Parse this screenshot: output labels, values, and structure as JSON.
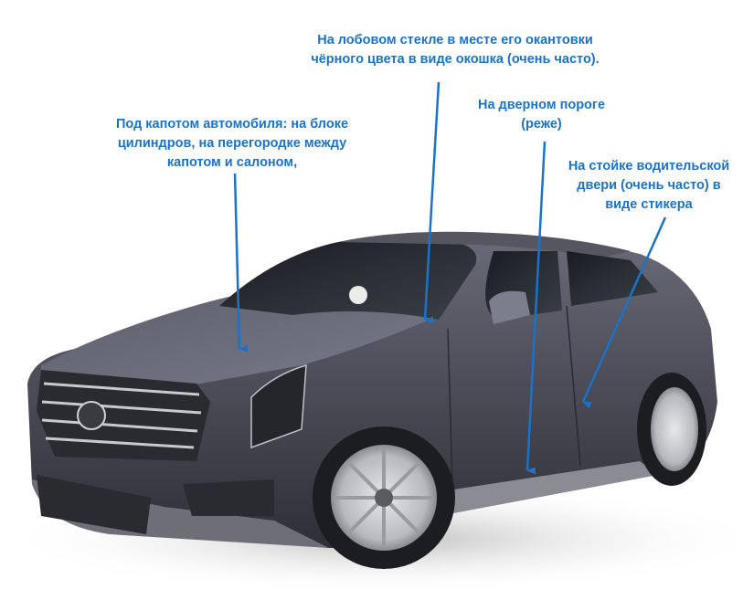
{
  "diagram": {
    "subject": "car",
    "accent_color": "#1a73c9",
    "annotations": [
      {
        "id": "hood",
        "lines": [
          "Под капотом автомобиля: на блоке",
          "цилиндров, на перегородке между",
          "капотом и салоном,"
        ]
      },
      {
        "id": "windshield",
        "lines": [
          "На лобовом стекле в месте его окантовки",
          "чёрного цвета в виде окошка (очень часто)."
        ]
      },
      {
        "id": "door-sill",
        "lines": [
          "На дверном пороге",
          "(реже)"
        ]
      },
      {
        "id": "door-pillar",
        "lines": [
          "На стойке водительской",
          "двери (очень часто) в",
          "виде стикера"
        ]
      }
    ]
  }
}
